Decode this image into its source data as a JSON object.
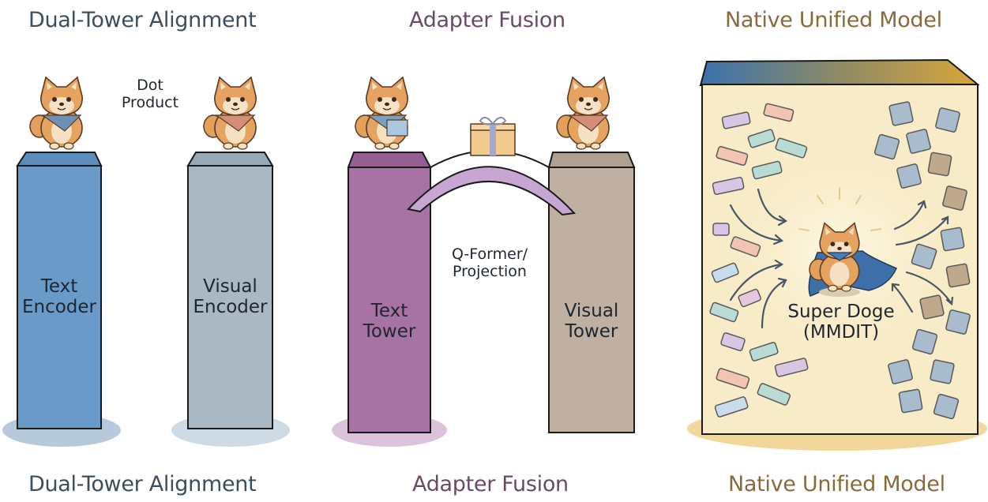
{
  "panels": [
    {
      "title": "Dual-Tower Alignment",
      "caption": "Dual-Tower Alignment",
      "connector_label_line1": "Dot",
      "connector_label_line2": "Product",
      "left_pillar": {
        "line1": "Text",
        "line2": "Encoder",
        "color": "#6a9bc8"
      },
      "right_pillar": {
        "line1": "Visual",
        "line2": "Encoder",
        "color": "#a9b8c3"
      }
    },
    {
      "title": "Adapter Fusion",
      "caption": "Adapter Fusion",
      "connector_label_line1": "Q-Former/",
      "connector_label_line2": "Projection",
      "left_pillar": {
        "line1": "Text",
        "line2": "Tower",
        "color": "#a773a5"
      },
      "right_pillar": {
        "line1": "Visual",
        "line2": "Tower",
        "color": "#c0b0a2"
      }
    },
    {
      "title": "Native Unified Model",
      "caption": "Native Unified Model",
      "center_label_line1": "Super Doge",
      "center_label_line2": "(MMDIT)",
      "box_color": "#f8ebc8",
      "gradient_from": "#3a72ad",
      "gradient_to": "#d8a63a"
    }
  ],
  "colors": {
    "dual_title": "#3c4e5e",
    "adapter_title": "#6b4a68",
    "native_title": "#8a6a3a"
  }
}
